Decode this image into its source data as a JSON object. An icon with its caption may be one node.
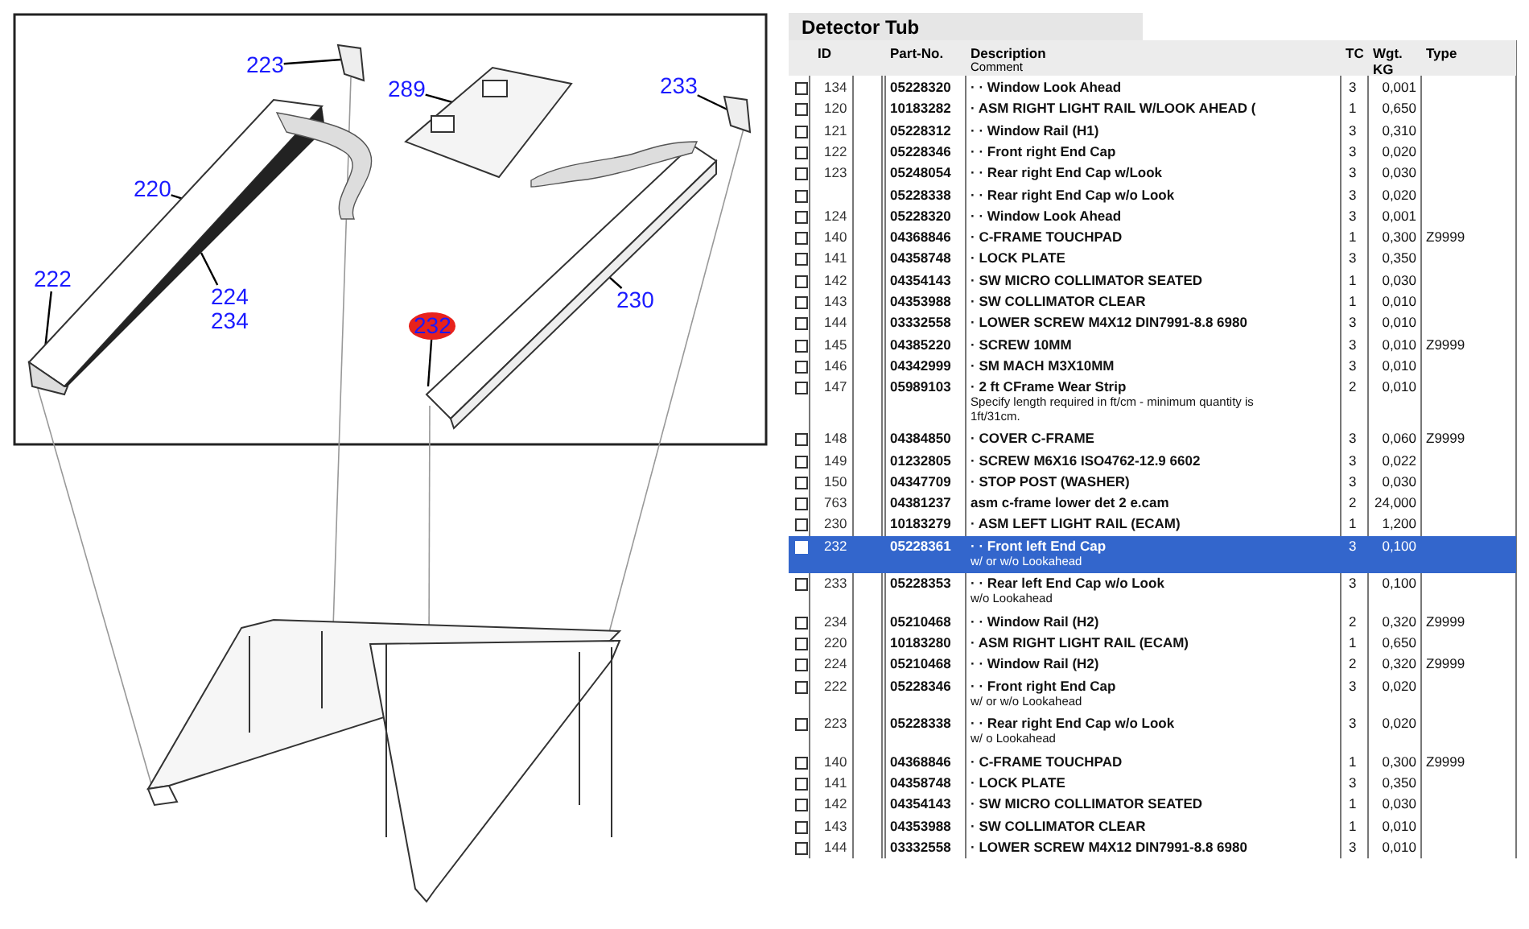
{
  "diagram": {
    "title": "Detector Tub",
    "nodes": [
      {
        "text": [
          "223"
        ]
      },
      {
        "text": [
          "289"
        ]
      },
      {
        "text": [
          "233"
        ]
      },
      {
        "text": [
          "220"
        ]
      },
      {
        "text": [
          "222"
        ]
      },
      {
        "text": [
          "224",
          "234"
        ]
      },
      {
        "text": [
          "230"
        ]
      },
      {
        "text": [
          "232"
        ]
      },
      {
        "text": [],
        "shape": "picture"
      },
      {
        "text": [],
        "shape": "picture"
      },
      {
        "text": [],
        "shape": "picture"
      },
      {
        "text": [],
        "shape": "picture"
      },
      {
        "text": [],
        "shape": "picture"
      },
      {
        "text": [],
        "shape": "picture"
      }
    ],
    "edges": [
      {
        "from": 0,
        "to": 8,
        "arrow": "none"
      },
      {
        "from": 1,
        "to": 9,
        "arrow": "none"
      },
      {
        "from": 2,
        "to": 10,
        "arrow": "none"
      },
      {
        "from": 3,
        "to": 11,
        "arrow": "none"
      },
      {
        "from": 4,
        "to": 11,
        "arrow": "none"
      },
      {
        "from": 5,
        "to": 11,
        "arrow": "none"
      },
      {
        "from": 6,
        "to": 12,
        "arrow": "none"
      },
      {
        "from": 7,
        "to": 12,
        "arrow": "none"
      },
      {
        "from": 11,
        "to": 13,
        "arrow": "none",
        "color": "#999999"
      },
      {
        "from": 8,
        "to": 13,
        "arrow": "none",
        "color": "#999999"
      },
      {
        "from": 12,
        "to": 13,
        "arrow": "none",
        "color": "#999999"
      },
      {
        "from": 10,
        "to": 13,
        "arrow": "none",
        "color": "#999999"
      }
    ],
    "labels": [
      "ID",
      "Part-No.",
      "Description",
      "Comment",
      "TC",
      "Wgt. KG",
      "Type",
      "134",
      "05228320",
      "· · Window Look Ahead",
      "3",
      "0,001",
      "120",
      "10183282",
      "· ASM RIGHT LIGHT RAIL W/LOOK AHEAD (",
      "1",
      "0,650",
      "121",
      "05228312",
      "· · Window Rail (H1)",
      "3",
      "0,310",
      "122",
      "05228346",
      "· · Front right End Cap",
      "3",
      "0,020",
      "123",
      "05248054",
      "· · Rear right End Cap w/Look",
      "3",
      "0,030",
      "05228338",
      "· · Rear right End Cap w/o Look",
      "3",
      "0,020",
      "124",
      "05228320",
      "· · Window Look Ahead",
      "3",
      "0,001",
      "140",
      "04368846",
      "· C-FRAME TOUCHPAD",
      "1",
      "0,300",
      "Z9999",
      "141",
      "04358748",
      "· LOCK PLATE",
      "3",
      "0,350",
      "142",
      "04354143",
      "· SW MICRO COLLIMATOR SEATED",
      "1",
      "0,030",
      "143",
      "04353988",
      "· SW COLLIMATOR CLEAR",
      "1",
      "0,010",
      "144",
      "03332558",
      "· LOWER SCREW M4X12 DIN7991-8.8 6980",
      "3",
      "0,010",
      "145",
      "04385220",
      "· SCREW 10MM",
      "3",
      "0,010",
      "Z9999",
      "146",
      "04342999",
      "· SM MACH M3X10MM",
      "3",
      "0,010",
      "147",
      "05989103",
      "· 2 ft CFrame Wear Strip",
      "Specify length required in ft/cm - minimum quantity is 1ft/31cm.",
      "2",
      "0,010",
      "148",
      "04384850",
      "· COVER C-FRAME",
      "3",
      "0,060",
      "Z9999",
      "149",
      "01232805",
      "· SCREW M6X16 ISO4762-12.9 6602",
      "3",
      "0,022",
      "150",
      "04347709",
      "· STOP POST (WASHER)",
      "3",
      "0,030",
      "763",
      "04381237",
      "asm c-frame lower det 2 e.cam",
      "2",
      "24,000",
      "230",
      "10183279",
      "· ASM LEFT LIGHT RAIL (ECAM)",
      "1",
      "1,200",
      "232",
      "05228361",
      "· · Front left End Cap",
      "w/ or w/o Lookahead",
      "3",
      "0,100",
      "233",
      "05228353",
      "· · Rear left End Cap w/o Look",
      "w/o Lookahead",
      "3",
      "0,100",
      "234",
      "05210468",
      "· · Window Rail (H2)",
      "2",
      "0,320",
      "Z9999",
      "220",
      "10183280",
      "· ASM RIGHT LIGHT RAIL (ECAM)",
      "1",
      "0,650",
      "224",
      "05210468",
      "· · Window Rail (H2)",
      "2",
      "0,320",
      "Z9999",
      "222",
      "05228346",
      "· · Front right End Cap",
      "w/ or w/o Lookahead",
      "3",
      "0,020",
      "223",
      "05228338",
      "· · Rear right End Cap w/o Look",
      "w/ o Lookahead",
      "3",
      "0,020",
      "140",
      "04368846",
      "· C-FRAME TOUCHPAD",
      "1",
      "0,300",
      "Z9999",
      "141",
      "04358748",
      "· LOCK PLATE",
      "3",
      "0,350",
      "142",
      "04354143",
      "· SW MICRO COLLIMATOR SEATED",
      "1",
      "0,030",
      "143",
      "04353988",
      "· SW COLLIMATOR CLEAR",
      "1",
      "0,010",
      "144",
      "03332558",
      "· LOWER SCREW M4X12 DIN7991-8.8 6980",
      "3",
      "0,010"
    ]
  }
}
